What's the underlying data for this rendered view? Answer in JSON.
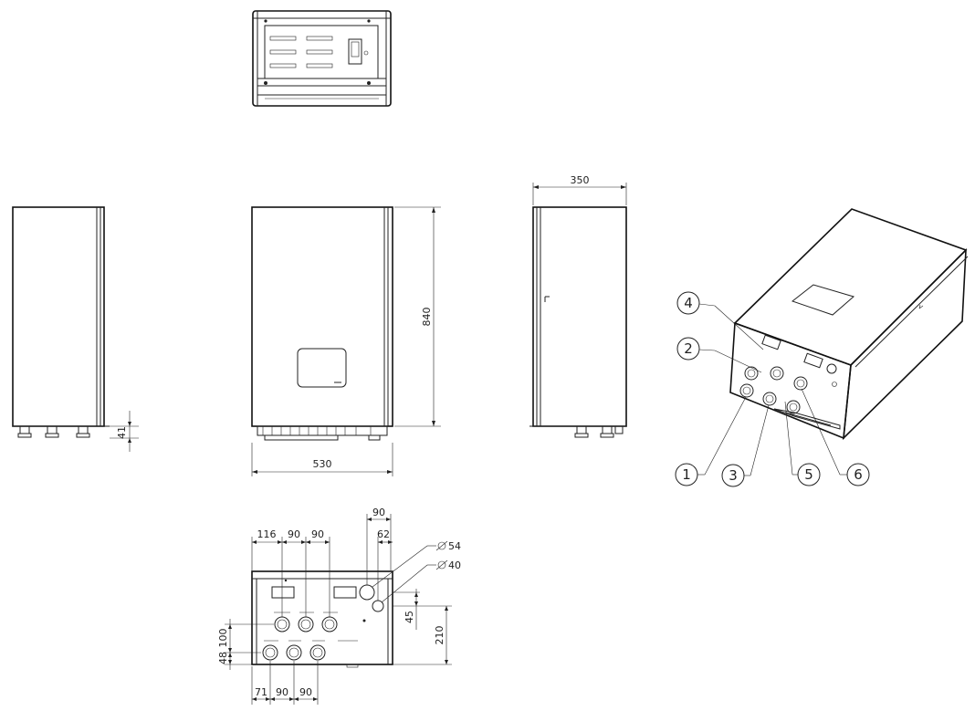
{
  "dimensions": {
    "depth": "350",
    "height": "840",
    "foot_height": "41",
    "width": "530",
    "bottom_row": [
      "116",
      "90",
      "90"
    ],
    "bottom_spacing_top": "90",
    "bottom_offset_62": "62",
    "hole_large": "54",
    "hole_small": "40",
    "vert_45": "45",
    "vert_210": "210",
    "vert_100": "100",
    "vert_48": "48",
    "bottom_row_lower": [
      "71",
      "90",
      "90"
    ]
  },
  "callouts": [
    "4",
    "2",
    "1",
    "3",
    "5",
    "6"
  ],
  "icons": {
    "diameter_symbol": "diameter-icon"
  }
}
